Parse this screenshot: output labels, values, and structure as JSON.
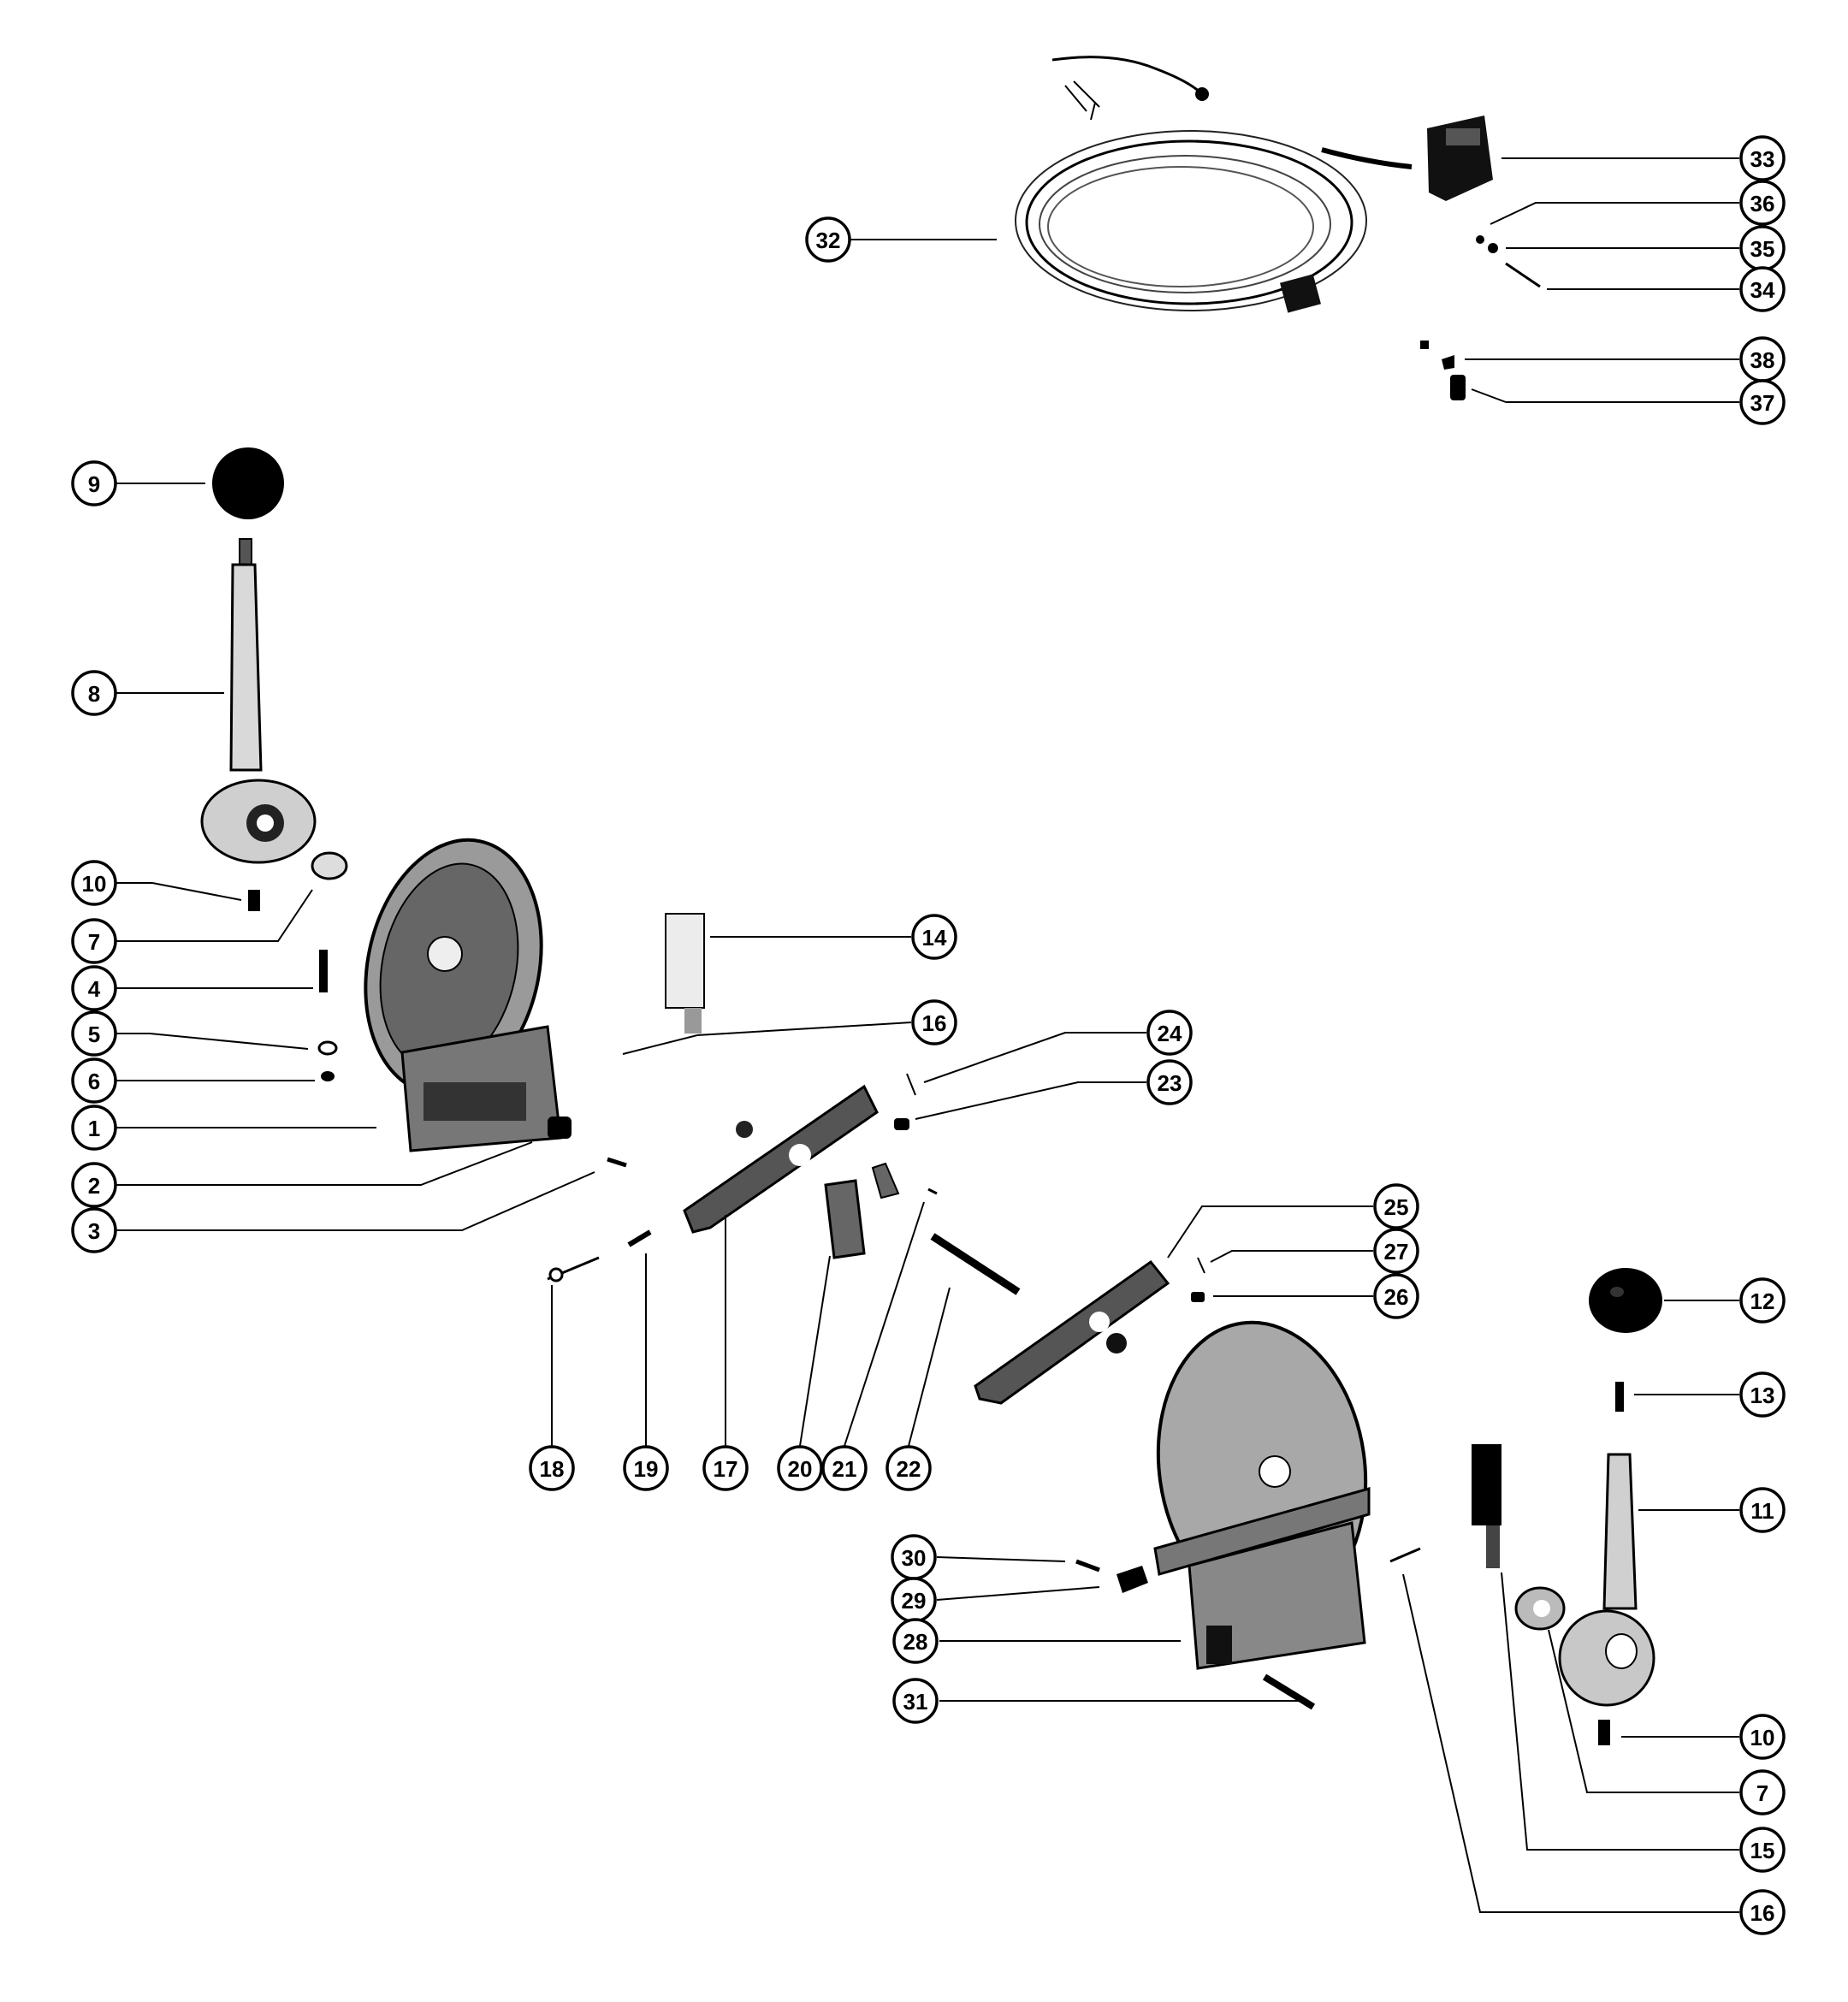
{
  "diagram": {
    "type": "exploded-parts-diagram",
    "callouts": [
      {
        "id": "c33",
        "label": "33"
      },
      {
        "id": "c36",
        "label": "36"
      },
      {
        "id": "c35",
        "label": "35"
      },
      {
        "id": "c34",
        "label": "34"
      },
      {
        "id": "c32",
        "label": "32"
      },
      {
        "id": "c38",
        "label": "38"
      },
      {
        "id": "c37",
        "label": "37"
      },
      {
        "id": "c9",
        "label": "9"
      },
      {
        "id": "c8",
        "label": "8"
      },
      {
        "id": "c10a",
        "label": "10"
      },
      {
        "id": "c7a",
        "label": "7"
      },
      {
        "id": "c4",
        "label": "4"
      },
      {
        "id": "c5",
        "label": "5"
      },
      {
        "id": "c6",
        "label": "6"
      },
      {
        "id": "c1",
        "label": "1"
      },
      {
        "id": "c2",
        "label": "2"
      },
      {
        "id": "c3",
        "label": "3"
      },
      {
        "id": "c14",
        "label": "14"
      },
      {
        "id": "c16a",
        "label": "16"
      },
      {
        "id": "c24",
        "label": "24"
      },
      {
        "id": "c23",
        "label": "23"
      },
      {
        "id": "c25",
        "label": "25"
      },
      {
        "id": "c27",
        "label": "27"
      },
      {
        "id": "c26",
        "label": "26"
      },
      {
        "id": "c12",
        "label": "12"
      },
      {
        "id": "c13",
        "label": "13"
      },
      {
        "id": "c11",
        "label": "11"
      },
      {
        "id": "c18",
        "label": "18"
      },
      {
        "id": "c19",
        "label": "19"
      },
      {
        "id": "c17",
        "label": "17"
      },
      {
        "id": "c20",
        "label": "20"
      },
      {
        "id": "c21",
        "label": "21"
      },
      {
        "id": "c22",
        "label": "22"
      },
      {
        "id": "c30",
        "label": "30"
      },
      {
        "id": "c29",
        "label": "29"
      },
      {
        "id": "c28",
        "label": "28"
      },
      {
        "id": "c31",
        "label": "31"
      },
      {
        "id": "c10b",
        "label": "10"
      },
      {
        "id": "c7b",
        "label": "7"
      },
      {
        "id": "c15",
        "label": "15"
      },
      {
        "id": "c16b",
        "label": "16"
      }
    ]
  }
}
